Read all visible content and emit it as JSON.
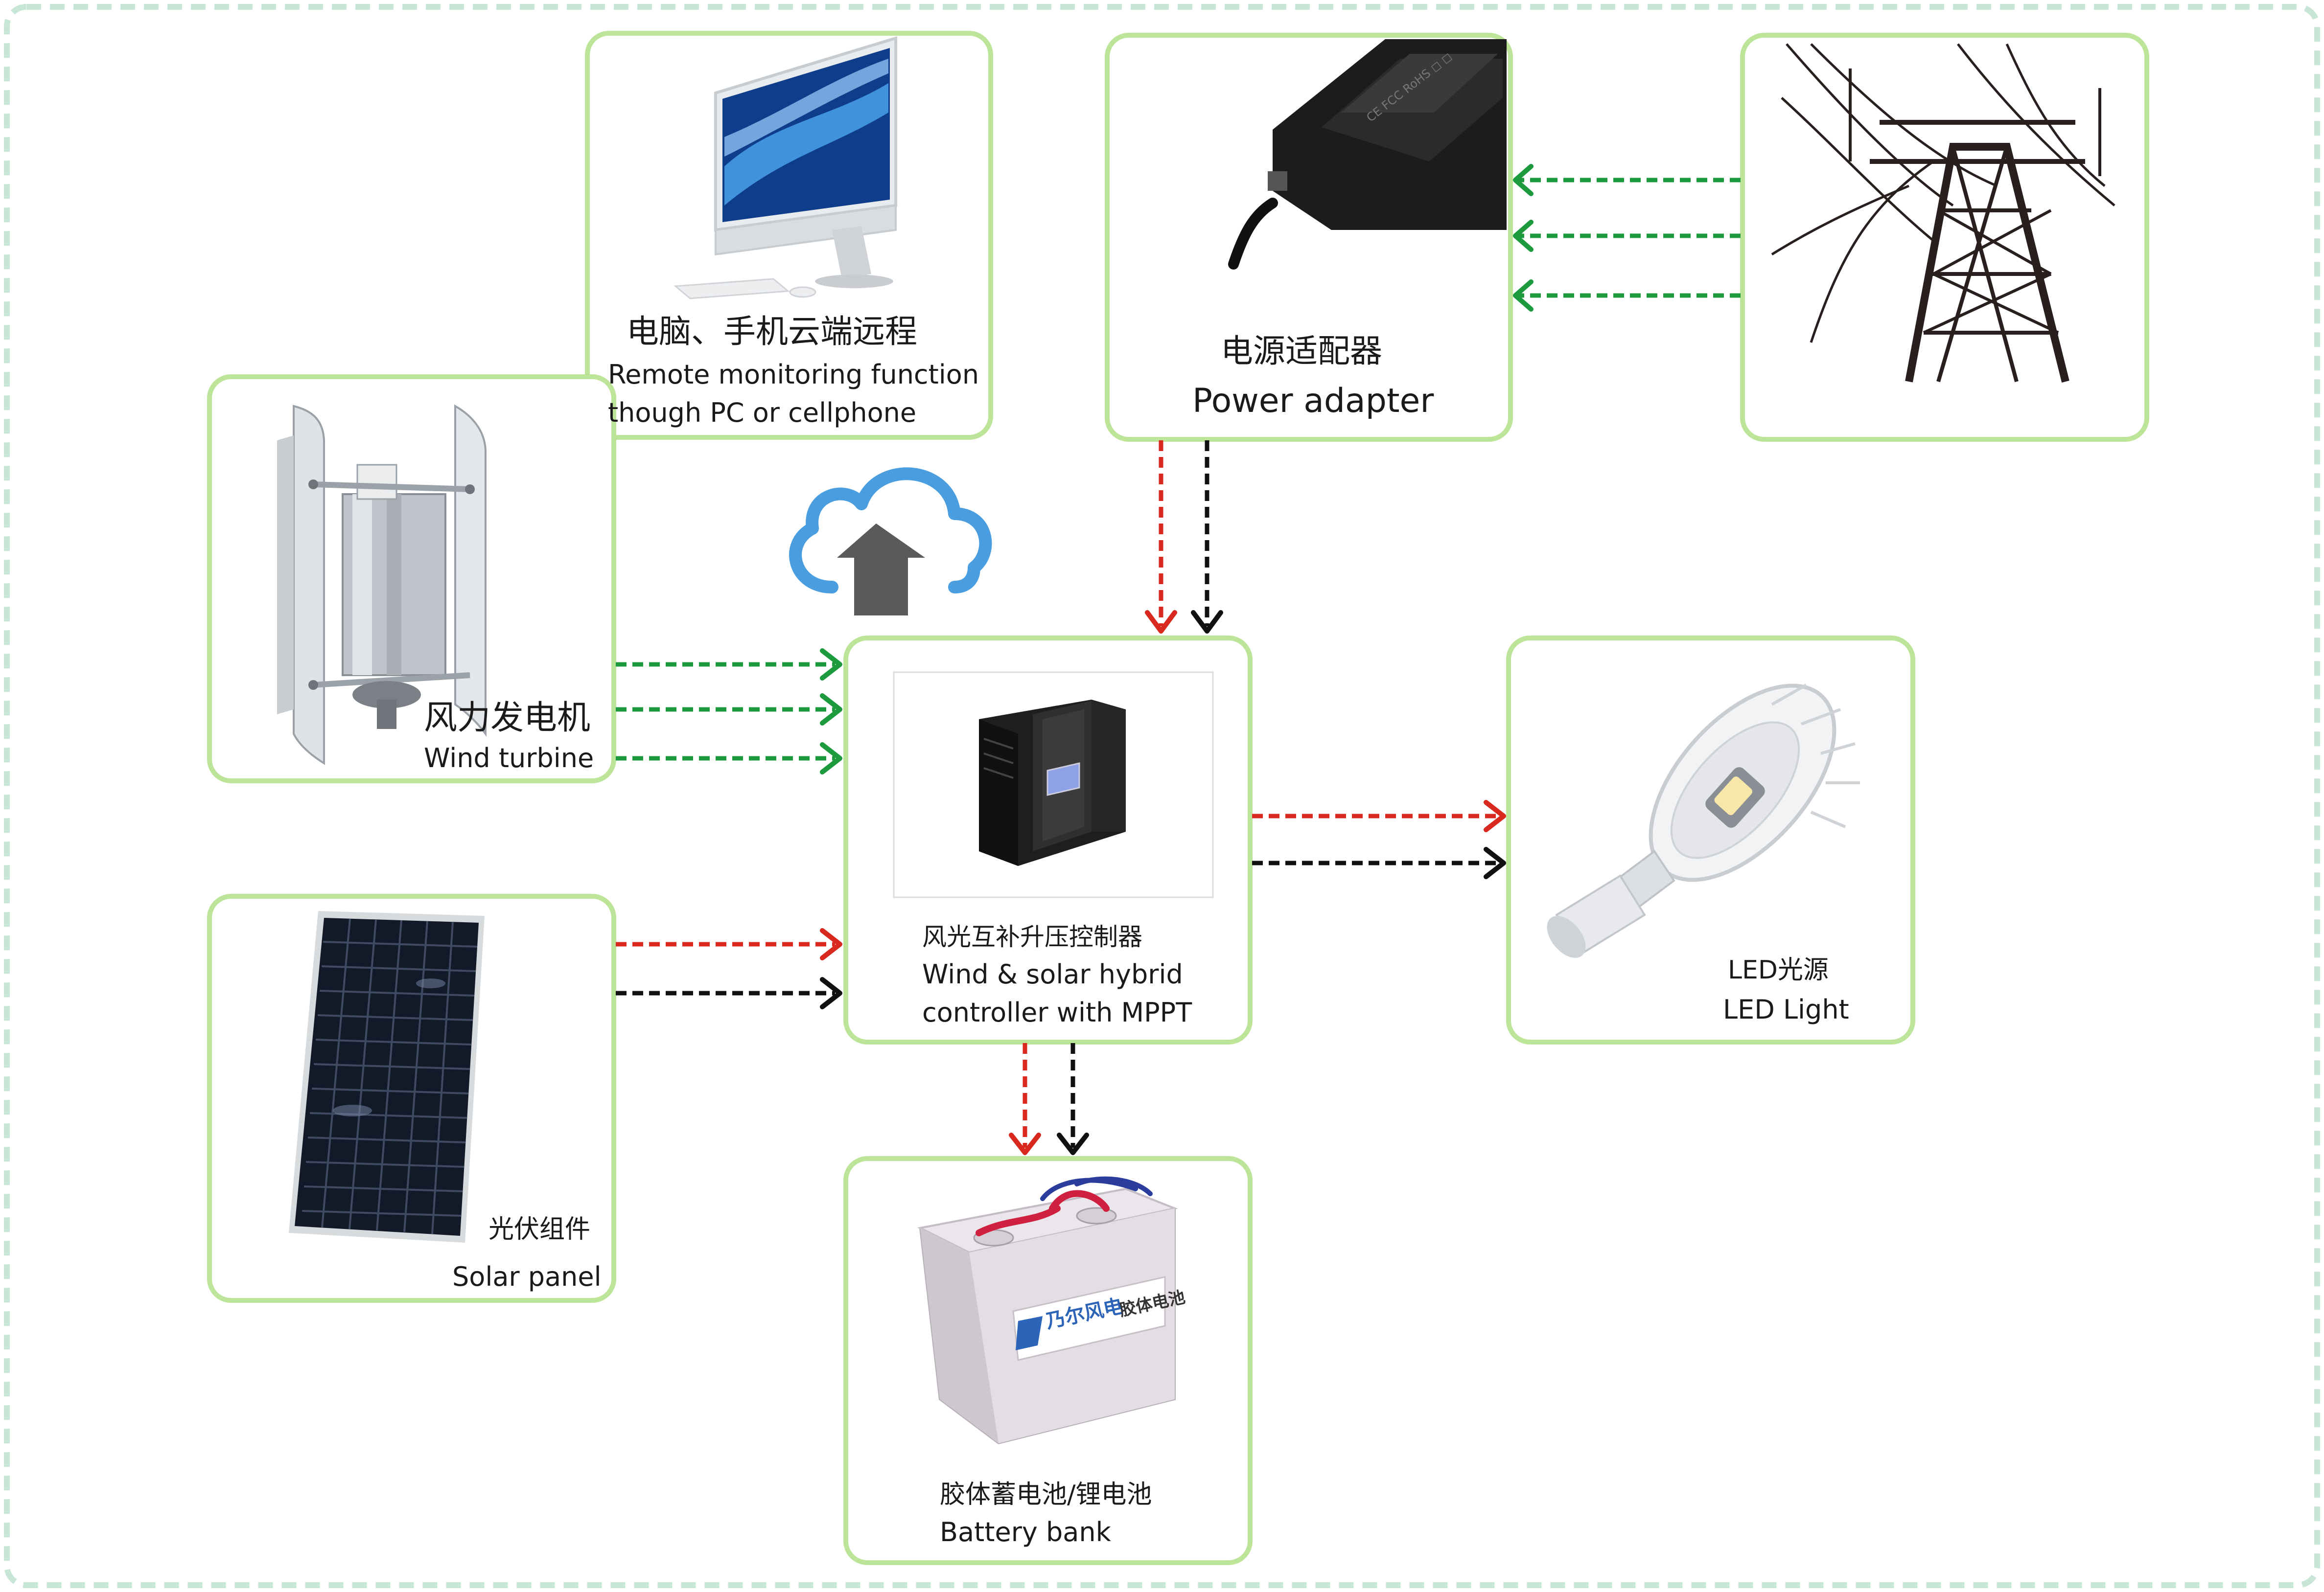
{
  "colors": {
    "box_border": "#bde59a",
    "frame": "#c8e6d6",
    "wind_flow": "#1e9a3e",
    "dc_positive": "#d9281e",
    "dc_negative": "#111111",
    "cloud": "#4a9ee0",
    "upload_arrow": "#5a5a5a"
  },
  "nodes": {
    "pc": {
      "cn": "电脑、手机云端远程",
      "en_line1": "Remote monitoring function",
      "en_line2": "though PC or cellphone",
      "icon": "monitor-icon"
    },
    "adapter": {
      "cn": "电源适配器",
      "en": "Power adapter",
      "icon": "power-adapter-icon"
    },
    "grid": {
      "icon": "power-tower-icon"
    },
    "wind": {
      "cn": "风力发电机",
      "en": "Wind turbine",
      "icon": "wind-turbine-icon"
    },
    "controller": {
      "cn": "风光互补升压控制器",
      "en_line1": "Wind & solar hybrid",
      "en_line2": "controller with MPPT",
      "icon": "controller-icon"
    },
    "led": {
      "cn": "LED光源",
      "en": "LED Light",
      "icon": "street-light-icon"
    },
    "solar": {
      "cn": "光伏组件",
      "en": "Solar panel",
      "icon": "solar-panel-icon"
    },
    "battery": {
      "cn": "胶体蓄电池/锂电池",
      "en": "Battery bank",
      "icon": "battery-icon",
      "brand": "乃尔风电",
      "type": "胶体电池"
    }
  },
  "cloud": {
    "icon": "cloud-upload-icon"
  }
}
